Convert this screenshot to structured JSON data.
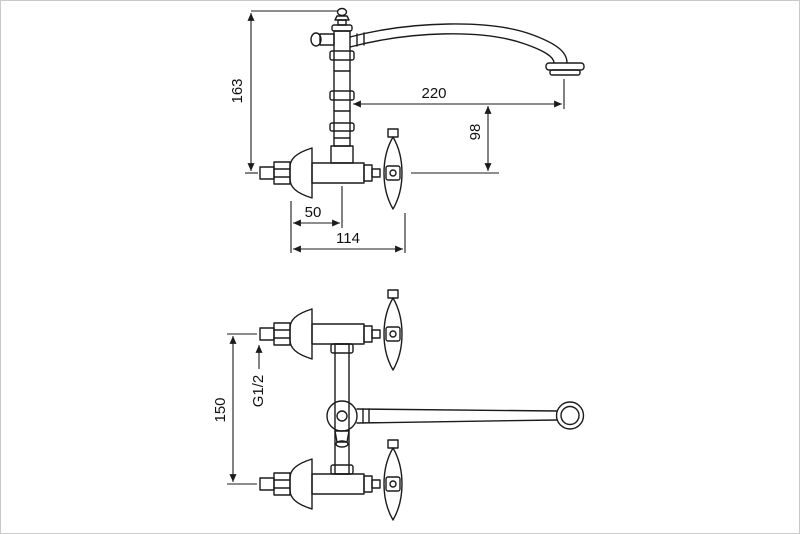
{
  "drawing": {
    "colors": {
      "background": "#ffffff",
      "line": "#1b1b1b"
    },
    "dimensions": {
      "height_163": "163",
      "reach_220": "220",
      "spout_height_98": "98",
      "flange_offset_50": "50",
      "depth_114": "114",
      "thread_g12": "G1/2",
      "spacing_150": "150"
    }
  }
}
